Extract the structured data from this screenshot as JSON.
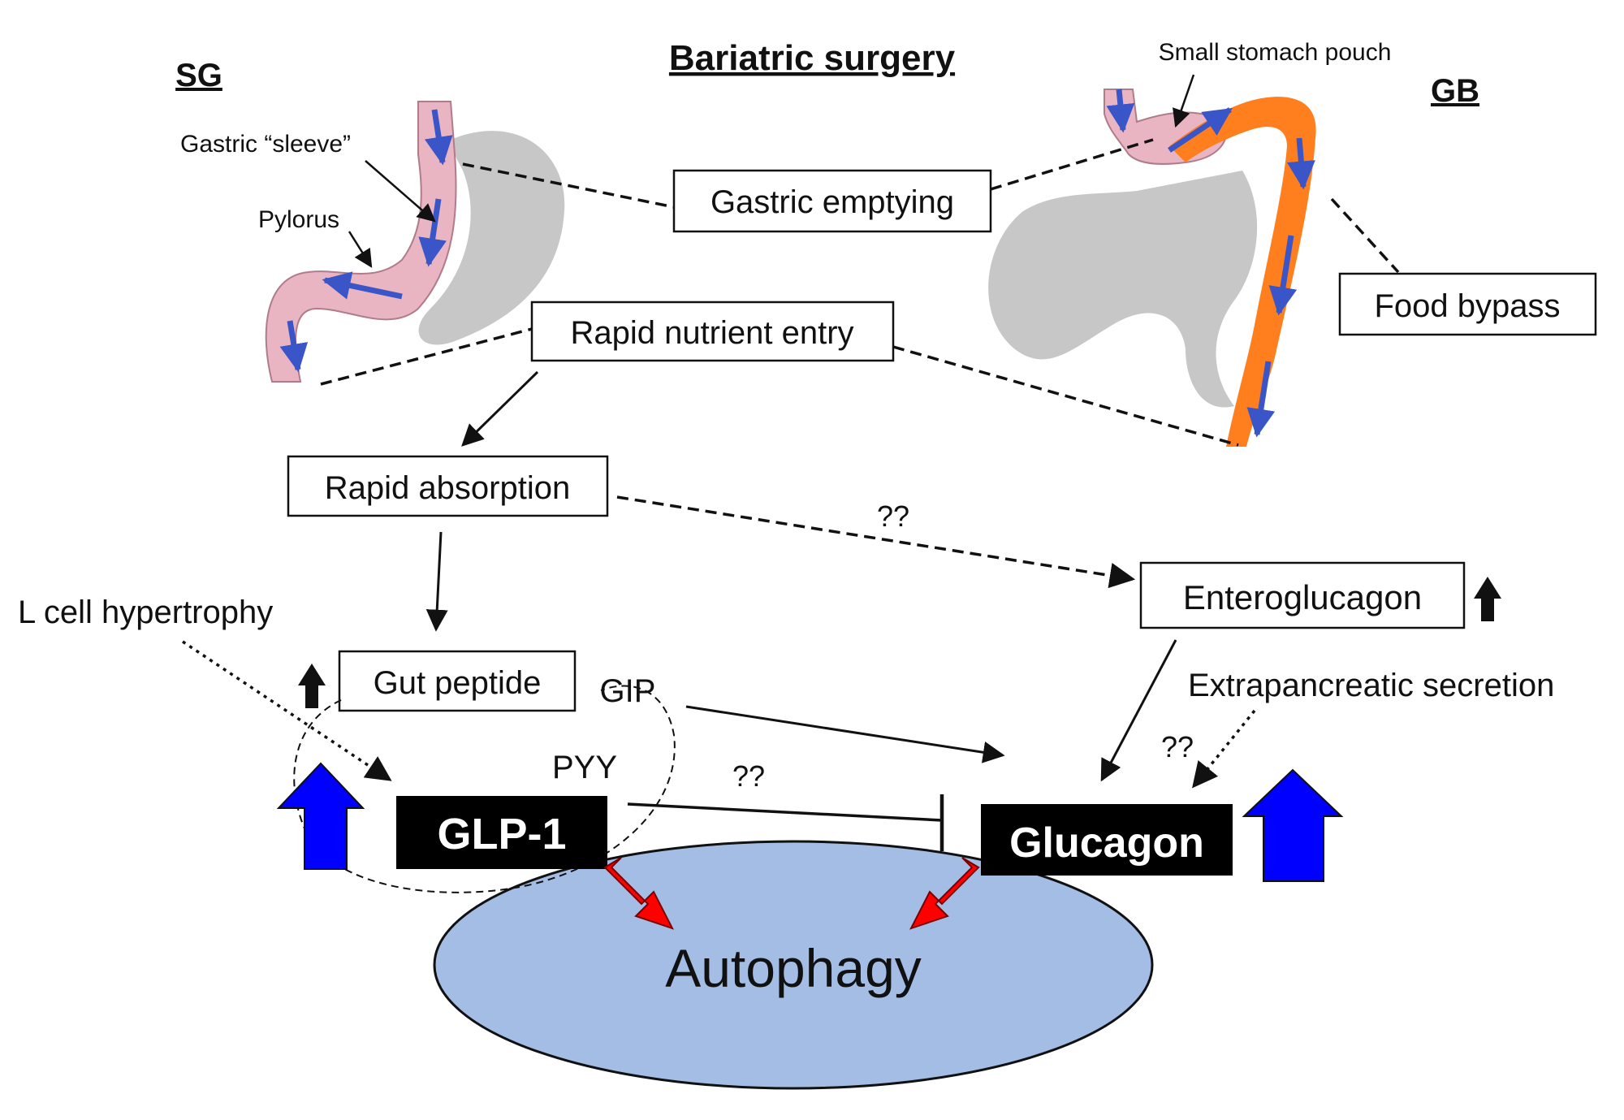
{
  "title": "Bariatric surgery",
  "left_procedure": "SG",
  "right_procedure": "GB",
  "anatomy_labels": {
    "gastric_sleeve": "Gastric “sleeve”",
    "pylorus": "Pylorus",
    "small_stomach_pouch": "Small stomach pouch"
  },
  "boxes": {
    "gastric_emptying": "Gastric emptying",
    "food_bypass": "Food bypass",
    "rapid_nutrient_entry": "Rapid nutrient entry",
    "rapid_absorption": "Rapid absorption",
    "enteroglucagon": "Enteroglucagon",
    "gut_peptide": "Gut peptide"
  },
  "hormones": {
    "glp1": "GLP-1",
    "glucagon": "Glucagon",
    "gip": "GIP",
    "pyy": "PYY"
  },
  "annotations": {
    "l_cell_hypertrophy": "L cell hypertrophy",
    "extrapancreatic_secretion": "Extrapancreatic secretion",
    "unknown_1": "??",
    "unknown_2": "??",
    "unknown_3": "??"
  },
  "outcome": "Autophagy",
  "colors": {
    "autophagy_fill": "#a4bde4",
    "up_arrow_blue": "#0000ff",
    "red_arrow": "#ff0000",
    "stomach_grey": "#c7c7c7",
    "sleeve_pink": "#e9b5c2",
    "bypass_orange": "#ff7f1f",
    "flow_arrow": "#3a55c8"
  }
}
